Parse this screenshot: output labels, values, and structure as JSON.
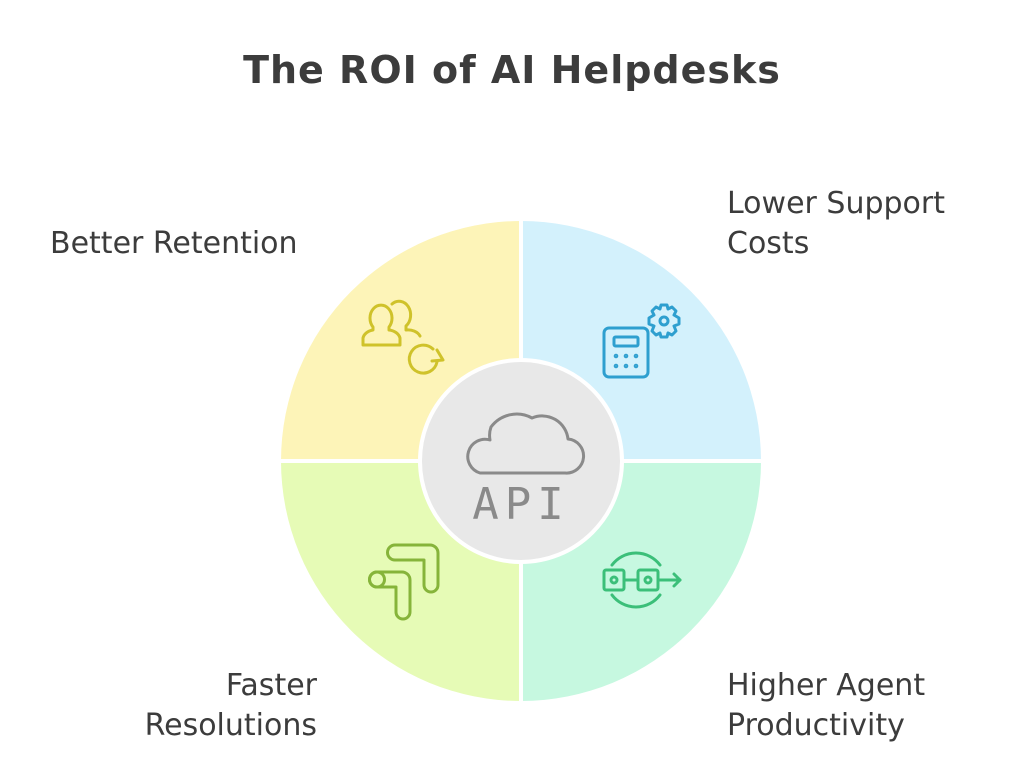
{
  "title": "The ROI of AI Helpdesks",
  "center": {
    "icon": "cloud-icon",
    "label": "API",
    "fill": "#e8e8e8",
    "stroke": "#8a8a8a"
  },
  "quadrants": [
    {
      "position": "top-left",
      "label_line1": "Better Retention",
      "label_line2": "",
      "icon": "users-refresh-icon",
      "fill": "#fdf4b8",
      "icon_color": "#cfc22a"
    },
    {
      "position": "top-right",
      "label_line1": "Lower Support",
      "label_line2": "Costs",
      "icon": "calculator-gear-icon",
      "fill": "#d3f1fc",
      "icon_color": "#2e9fcf"
    },
    {
      "position": "bottom-left",
      "label_line1": "Faster",
      "label_line2": "Resolutions",
      "icon": "fast-arrows-icon",
      "fill": "#e6fbb6",
      "icon_color": "#86b43a"
    },
    {
      "position": "bottom-right",
      "label_line1": "Higher Agent",
      "label_line2": "Productivity",
      "icon": "workflow-cycle-icon",
      "fill": "#c6f8e0",
      "icon_color": "#3bbf79"
    }
  ]
}
